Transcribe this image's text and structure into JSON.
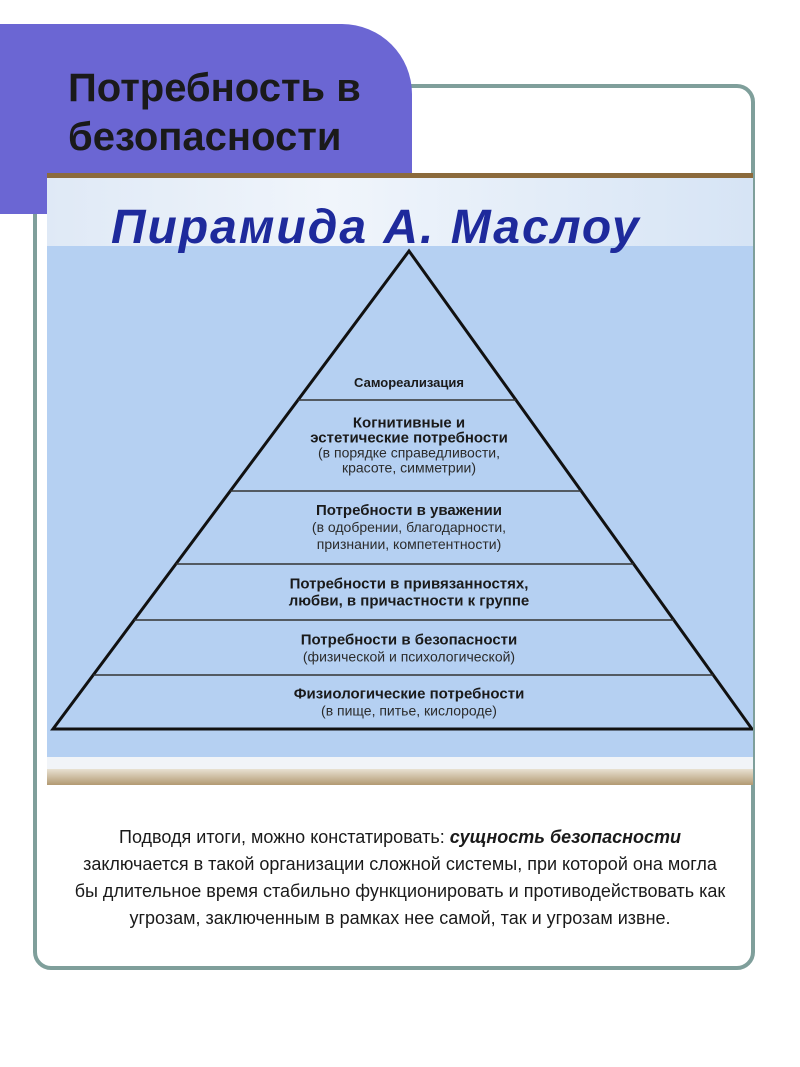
{
  "page": {
    "title_line1": "Потребность в",
    "title_line2": "безопасности"
  },
  "slide": {
    "title": "Пирамида  А. Маслоу",
    "levels": [
      {
        "lines": [
          "Самореализация"
        ]
      },
      {
        "lines": [
          "Когнитивные и",
          "эстетические потребности",
          "(в порядке справедливости,",
          "красоте, симметрии)"
        ]
      },
      {
        "lines": [
          "Потребности в уважении",
          "(в одобрении, благодарности,",
          "признании, компетентности)"
        ]
      },
      {
        "lines": [
          "Потребности в привязанностях,",
          "любви, в причастности к группе"
        ]
      },
      {
        "lines": [
          "Потребности в безопасности",
          "(физической и психологической)"
        ]
      },
      {
        "lines": [
          "Физиологические потребности",
          "(в пище, питье, кислороде)"
        ]
      }
    ]
  },
  "summary": {
    "lead": "Подводя итоги, можно констатировать: ",
    "emphasis": "сущность безопасности",
    "rest": " заключается в такой организации сложной системы, при которой она могла бы длительное время стабильно функционировать и противодействовать как угрозам, заключенным в рамках нее самой, так и угрозам извне."
  },
  "colors": {
    "accent_tab": "#6b66d3",
    "frame_border": "#7f9f9b",
    "slide_background": "#b5d0f2",
    "slide_title": "#1e2a9c"
  }
}
